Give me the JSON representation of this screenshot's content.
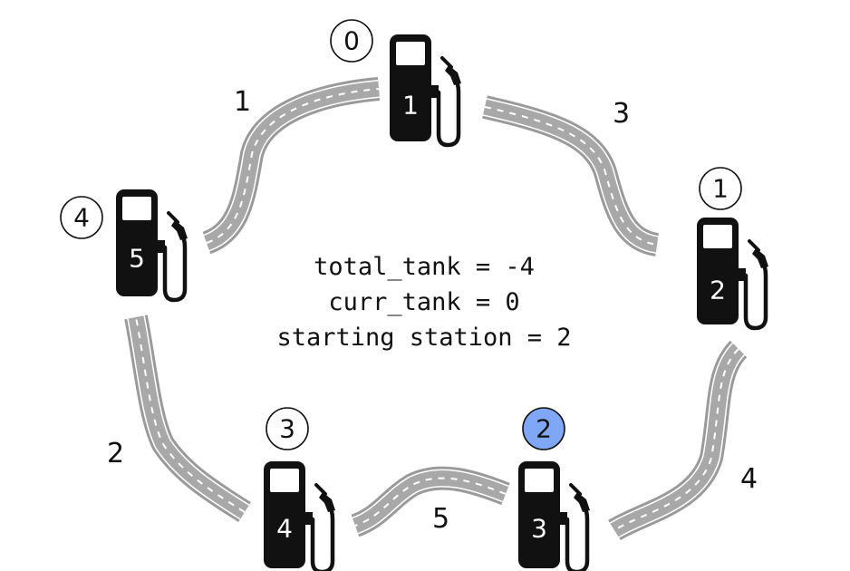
{
  "stations": [
    {
      "index": "0",
      "gas": "1",
      "highlighted": false
    },
    {
      "index": "1",
      "gas": "2",
      "highlighted": false
    },
    {
      "index": "2",
      "gas": "3",
      "highlighted": true
    },
    {
      "index": "3",
      "gas": "4",
      "highlighted": false
    },
    {
      "index": "4",
      "gas": "5",
      "highlighted": false
    }
  ],
  "roads": [
    {
      "from": "0",
      "to": "1",
      "cost": "3"
    },
    {
      "from": "1",
      "to": "2",
      "cost": "4"
    },
    {
      "from": "2",
      "to": "3",
      "cost": "5"
    },
    {
      "from": "3",
      "to": "4",
      "cost": "2"
    },
    {
      "from": "4",
      "to": "0",
      "cost": "1"
    }
  ],
  "info": {
    "total_tank": "total_tank = -4",
    "curr_tank": "curr_tank = 0",
    "starting_station": "starting station = 2"
  },
  "colors": {
    "highlight": "#7fa7f5",
    "pump": "#111111",
    "road": "#a8a8a8"
  }
}
